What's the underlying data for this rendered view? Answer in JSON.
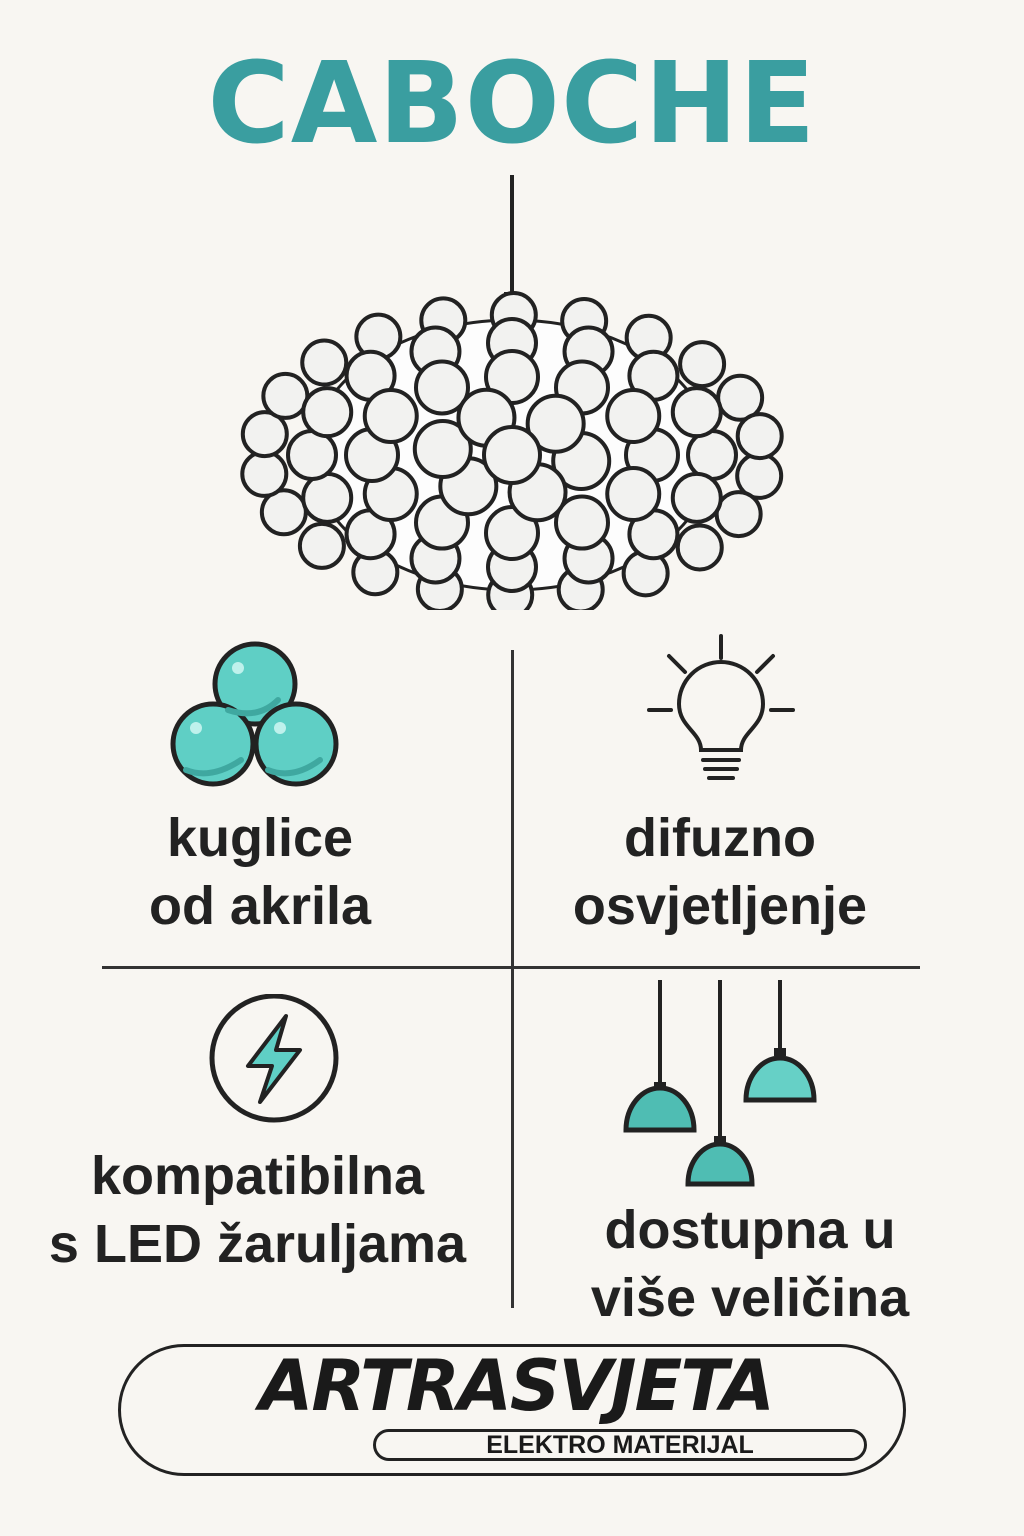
{
  "title": "CABOCHE",
  "colors": {
    "teal_title": "#3a9ea0",
    "teal_icon": "#5fcfc5",
    "ink": "#222222",
    "background": "#f8f6f2"
  },
  "features": [
    {
      "icon": "acrylic-balls-icon",
      "line1": "kuglice",
      "line2": "od akrila"
    },
    {
      "icon": "lightbulb-icon",
      "line1": "difuzno",
      "line2": "osvjetljenje"
    },
    {
      "icon": "lightning-bolt-icon",
      "line1": "kompatibilna",
      "line2": "s LED žaruljama"
    },
    {
      "icon": "pendant-lamps-icon",
      "line1": "dostupna u",
      "line2": "više veličina"
    }
  ],
  "logo": {
    "main": "ARTRASVJETA",
    "sub": "ELEKTRO MATERIJAL"
  }
}
